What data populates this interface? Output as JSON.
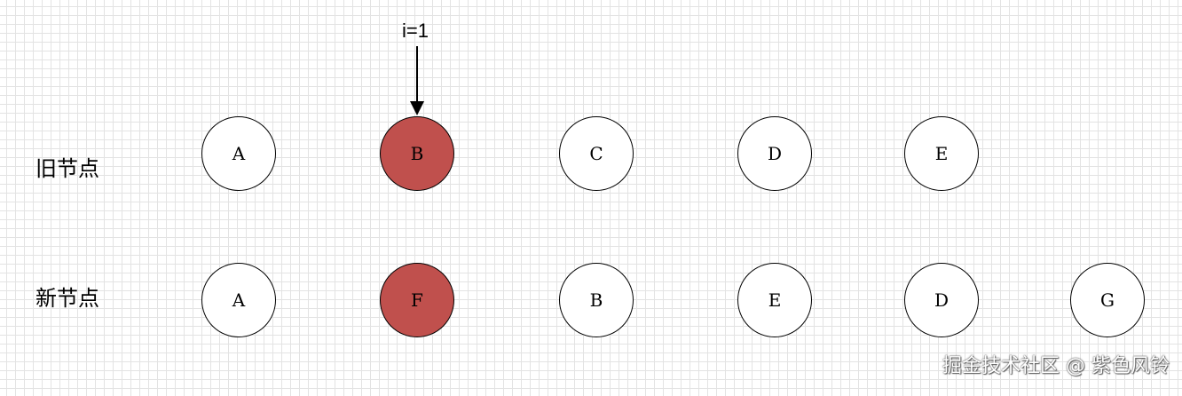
{
  "rows": {
    "old": {
      "label": "旧节点",
      "nodes": [
        {
          "text": "A",
          "highlighted": false
        },
        {
          "text": "B",
          "highlighted": true
        },
        {
          "text": "C",
          "highlighted": false
        },
        {
          "text": "D",
          "highlighted": false
        },
        {
          "text": "E",
          "highlighted": false
        }
      ]
    },
    "new": {
      "label": "新节点",
      "nodes": [
        {
          "text": "A",
          "highlighted": false
        },
        {
          "text": "F",
          "highlighted": true
        },
        {
          "text": "B",
          "highlighted": false
        },
        {
          "text": "E",
          "highlighted": false
        },
        {
          "text": "D",
          "highlighted": false
        },
        {
          "text": "G",
          "highlighted": false
        }
      ]
    }
  },
  "pointer": {
    "label": "i=1",
    "target": "old.nodes.1"
  },
  "colors": {
    "highlight": "#c0504d",
    "node_border": "#000000",
    "background": "#ffffff"
  },
  "watermark": "掘金技术社区 @ 紫色风铃"
}
